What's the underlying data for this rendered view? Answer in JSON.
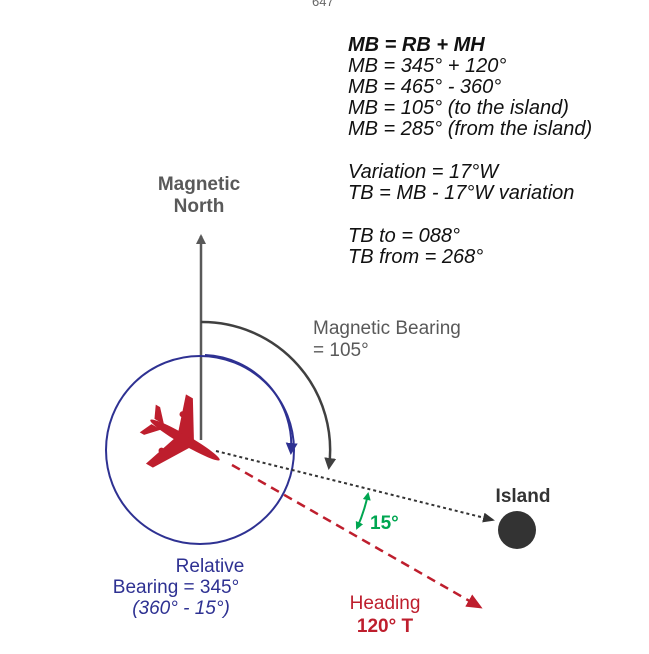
{
  "page_number": "647",
  "calculation": {
    "formula": "MB = RB + MH",
    "step1": "MB = 345° + 120°",
    "step2": "MB = 465° - 360°",
    "step3": "MB = 105° (to the island)",
    "step4": "MB = 285° (from the island)",
    "variation": "Variation = 17°W",
    "tb_formula": "TB = MB - 17°W variation",
    "tb_to": "TB to = 088°",
    "tb_from": "TB from = 268°"
  },
  "labels": {
    "magnetic_north_line1": "Magnetic",
    "magnetic_north_line2": "North",
    "magnetic_bearing_line1": "Magnetic Bearing",
    "magnetic_bearing_line2": "= 105°",
    "relative_bearing_line1": "Relative",
    "relative_bearing_line2": "Bearing = 345°",
    "relative_bearing_line3": "(360° - 15°)",
    "angle_label": "15°",
    "island": "Island",
    "heading_line1": "Heading",
    "heading_line2": "120° T"
  },
  "colors": {
    "magnetic_north": "#595959",
    "relative_bearing": "#2e3192",
    "heading": "#be1e2d",
    "angle": "#00a651",
    "island": "#333333",
    "bearing_arc": "#404040"
  }
}
